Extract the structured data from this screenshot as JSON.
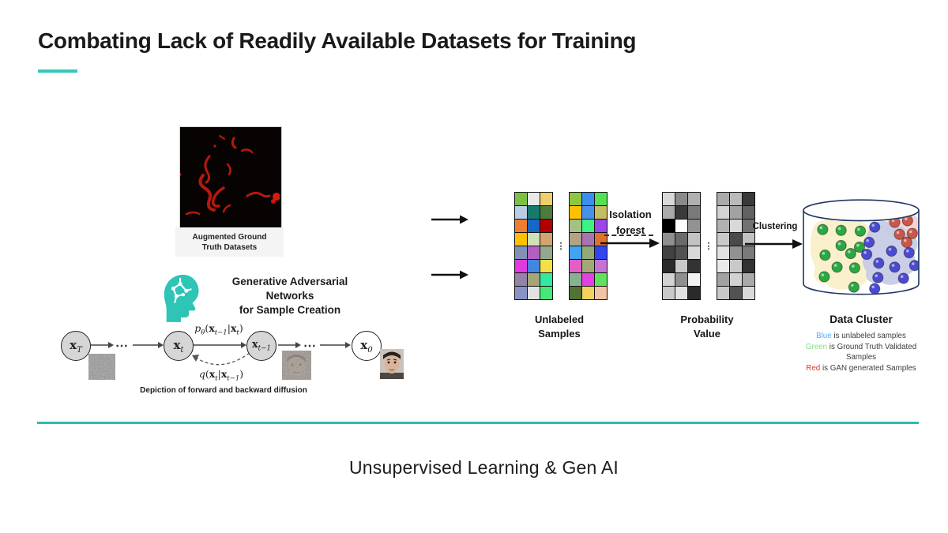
{
  "slide": {
    "title": "Combating Lack of Readily Available Datasets for Training",
    "footer": "Unsupervised Learning & Gen AI",
    "accent_color": "#35c7b9"
  },
  "left": {
    "image_caption_line1": "Augmented Ground",
    "image_caption_line2": "Truth Datasets",
    "gan_heading_lines": [
      "Generative Adversarial",
      "Networks",
      "for Sample Creation"
    ],
    "diffusion": {
      "nodes": [
        "x_T",
        "x_t",
        "x_{t−1}",
        "x_0"
      ],
      "forward_label": "p_θ(x_{t−1}|x_t)",
      "backward_label": "q(x_t|x_{t−1})",
      "dots": "⋯",
      "caption": "Depiction of forward and backward diffusion"
    }
  },
  "pipeline": {
    "unlabeled_grid": {
      "label_line1": "Unlabeled",
      "label_line2": "Samples",
      "gap_dots": "⋮",
      "left_colors": [
        "#7dc142",
        "#e8e8e8",
        "#eecf6d",
        "#b9cde5",
        "#17796d",
        "#4e7a3c",
        "#ed7d31",
        "#1668c8",
        "#b30000",
        "#ffc000",
        "#cfe0b8",
        "#d2a46e",
        "#8091b5",
        "#b25fc0",
        "#93a98c",
        "#e03ae0",
        "#4286e0",
        "#f2e049",
        "#9184a8",
        "#a6a478",
        "#35e8a2",
        "#8a93c4",
        "#e2e2e2",
        "#45e878"
      ],
      "right_colors": [
        "#8ec63f",
        "#3c8df0",
        "#55e055",
        "#ffc000",
        "#4a90e8",
        "#c4bd62",
        "#a3c183",
        "#3ef283",
        "#9a46e8",
        "#b3a384",
        "#a873b3",
        "#e0722f",
        "#42a3f2",
        "#93a978",
        "#3445f0",
        "#e35fc4",
        "#a3a878",
        "#c473d4",
        "#84b393",
        "#e342e3",
        "#5fe35f",
        "#527233",
        "#f2d35f",
        "#f2c4a3"
      ]
    },
    "isolation_label_line1": "Isolation",
    "isolation_label_line2": "forest",
    "probability_grid": {
      "label_line1": "Probability",
      "label_line2": "Value",
      "gap_dots": "⋮",
      "left_colors": [
        "#d9d9d9",
        "#8a8a8a",
        "#b0b0b0",
        "#aaaaaa",
        "#3a3a3a",
        "#7a7a7a",
        "#000000",
        "#ffffff",
        "#929292",
        "#8f8f8f",
        "#6a6a6a",
        "#c2c2c2",
        "#424242",
        "#525252",
        "#d9d9d9",
        "#2a2a2a",
        "#c9c9c9",
        "#323232",
        "#d2d2d2",
        "#8f8f8f",
        "#f2f2f2",
        "#c9c9c9",
        "#e2e2e2",
        "#2a2a2a"
      ],
      "right_colors": [
        "#aaaaaa",
        "#bababa",
        "#3a3a3a",
        "#d2d2d2",
        "#a2a2a2",
        "#626262",
        "#b2b2b2",
        "#d9d9d9",
        "#727272",
        "#c9c9c9",
        "#4a4a4a",
        "#c2c2c2",
        "#e2e2e2",
        "#929292",
        "#7a7a7a",
        "#eaeaea",
        "#c9c9c9",
        "#323232",
        "#a2a2a2",
        "#d2d2d2",
        "#aaaaaa",
        "#c9c9c9",
        "#525252",
        "#d9d9d9"
      ]
    },
    "clustering_label": "Clustering",
    "cluster": {
      "label": "Data Cluster",
      "legend": [
        {
          "term": "Blue",
          "color": "#56aaff",
          "rest": " is unlabeled samples"
        },
        {
          "term": "Green",
          "color": "#8ad98a",
          "rest": " is Ground Truth Validated Samples"
        },
        {
          "term": "Red",
          "color": "#e0382e",
          "rest": " is GAN generated Samples"
        }
      ],
      "dot_colors": {
        "green": "#2aa842",
        "blue": "#4b4bd1",
        "red": "#c9574a"
      },
      "green_dots": [
        [
          27,
          40
        ],
        [
          50,
          41
        ],
        [
          74,
          42
        ],
        [
          73,
          62
        ],
        [
          50,
          60
        ],
        [
          30,
          72
        ],
        [
          62,
          70
        ],
        [
          45,
          87
        ],
        [
          67,
          88
        ],
        [
          29,
          99
        ],
        [
          66,
          112
        ]
      ],
      "blue_dots": [
        [
          92,
          37
        ],
        [
          85,
          56
        ],
        [
          82,
          71
        ],
        [
          97,
          82
        ],
        [
          113,
          67
        ],
        [
          135,
          69
        ],
        [
          117,
          87
        ],
        [
          142,
          85
        ],
        [
          128,
          101
        ],
        [
          96,
          100
        ],
        [
          92,
          114
        ]
      ],
      "red_dots": [
        [
          117,
          31
        ],
        [
          133,
          29
        ],
        [
          123,
          46
        ],
        [
          139,
          45
        ],
        [
          132,
          56
        ]
      ]
    }
  }
}
